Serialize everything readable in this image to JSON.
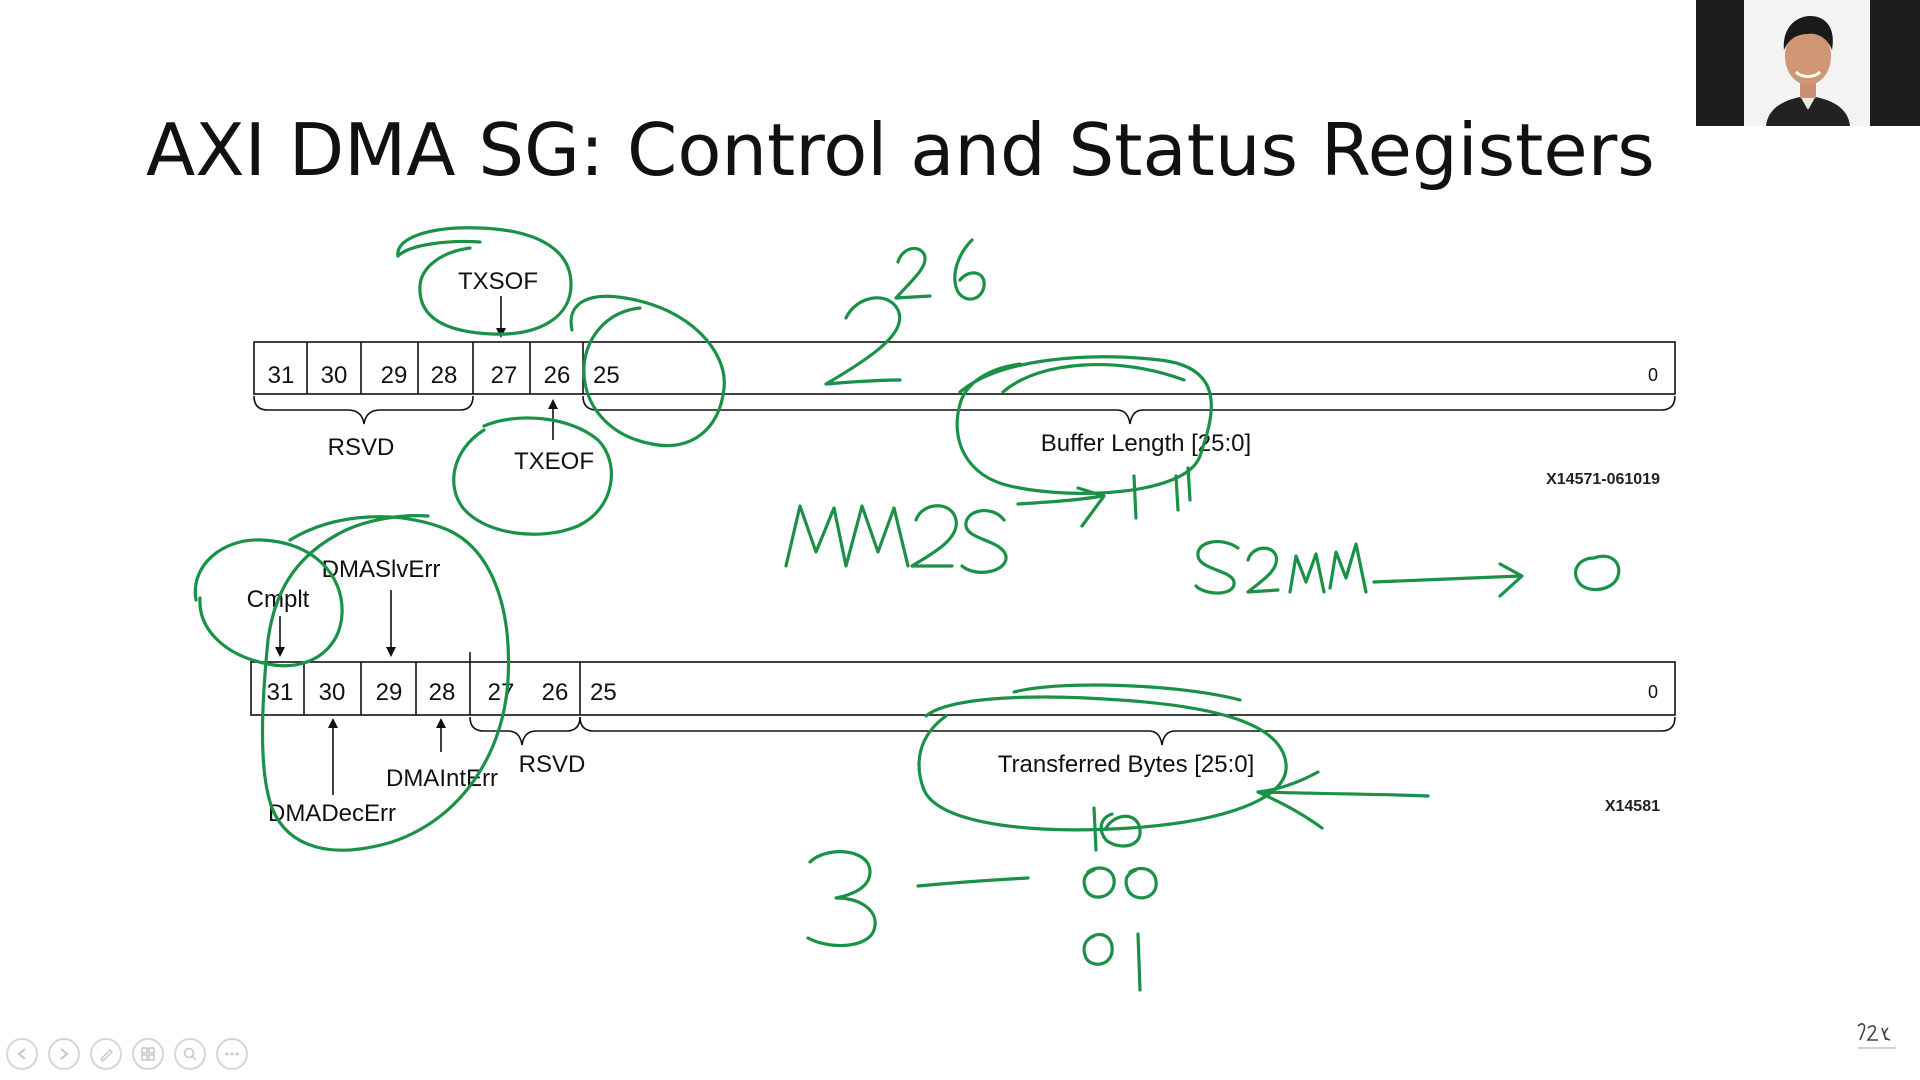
{
  "slide": {
    "title": "AXI DMA SG: Control and Status Registers"
  },
  "register_control": {
    "bits": [
      "31",
      "30",
      "29",
      "28",
      "27",
      "26",
      "25",
      "0"
    ],
    "labels": {
      "txsof": "TXSOF",
      "txeof": "TXEOF",
      "rsvd": "RSVD",
      "buffer_length": "Buffer Length [25:0]"
    },
    "figure_id": "X14571-061019"
  },
  "register_status": {
    "bits": [
      "31",
      "30",
      "29",
      "28",
      "27",
      "26",
      "25",
      "0"
    ],
    "labels": {
      "cmplt": "Cmplt",
      "dmaslverr": "DMASlvErr",
      "dmainterr": "DMAIntErr",
      "dmadecerr": "DMADecErr",
      "rsvd": "RSVD",
      "transferred_bytes": "Transferred Bytes [25:0]"
    },
    "figure_id": "X14581"
  },
  "annotations": {
    "ink_color": "#1b9148",
    "handwritten": [
      "2",
      "26",
      "MM2S",
      "1",
      "S2MM",
      "0",
      "3",
      "10",
      "00",
      "01"
    ]
  },
  "webcam": {
    "description_icon": "presenter-video-icon"
  },
  "toolbar": {
    "icons": [
      "previous-slide-icon",
      "next-slide-icon",
      "pen-icon",
      "slides-grid-icon",
      "zoom-icon",
      "more-options-icon"
    ]
  },
  "branding": {
    "logo_icon": "channel-logo-icon"
  }
}
